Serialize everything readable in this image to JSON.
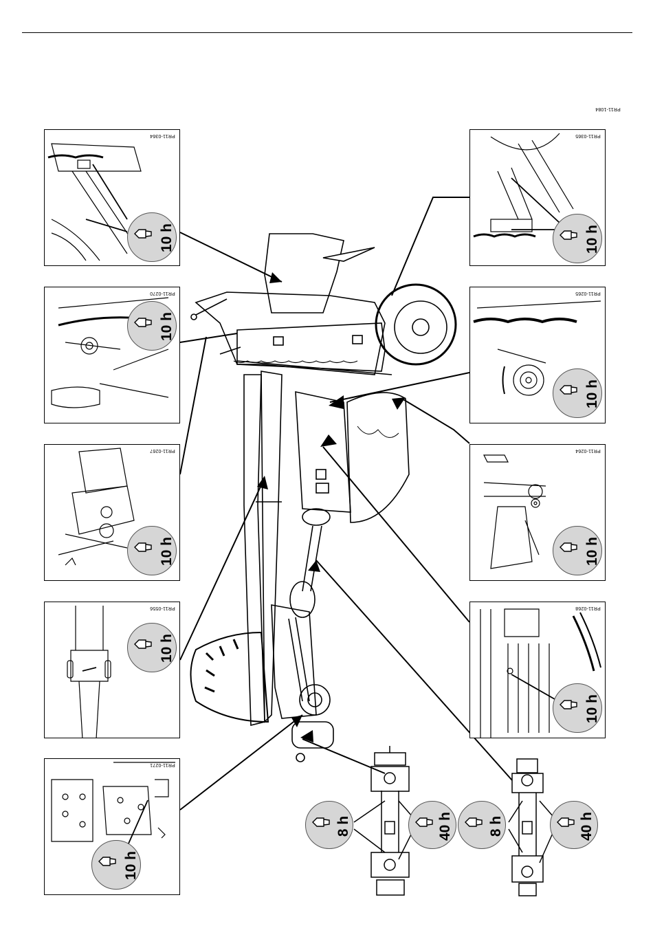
{
  "figure_code": "PR11-1084",
  "panels": [
    {
      "id": "left-1",
      "code": "PR11-0364",
      "interval": "10 h"
    },
    {
      "id": "left-2",
      "code": "PR11-0270",
      "interval": "10 h"
    },
    {
      "id": "left-3",
      "code": "PR11-0267",
      "interval": "10 h"
    },
    {
      "id": "left-4",
      "code": "PR11-0556",
      "interval": "10 h"
    },
    {
      "id": "left-5",
      "code": "PR11-0271",
      "interval": "10 h"
    },
    {
      "id": "right-1",
      "code": "PR11-0365",
      "interval": "10 h"
    },
    {
      "id": "right-2",
      "code": "PR11-0265",
      "interval": "10 h"
    },
    {
      "id": "right-3",
      "code": "PR11-0264",
      "interval": "10 h"
    },
    {
      "id": "right-4",
      "code": "PR11-0268",
      "interval": "10 h"
    }
  ],
  "shaft_left": {
    "interval_a": "8 h",
    "interval_b": "40 h"
  },
  "shaft_right": {
    "interval_a": "8 h",
    "interval_b": "40 h"
  },
  "icons": {
    "nipple": "grease-nipple-icon"
  }
}
